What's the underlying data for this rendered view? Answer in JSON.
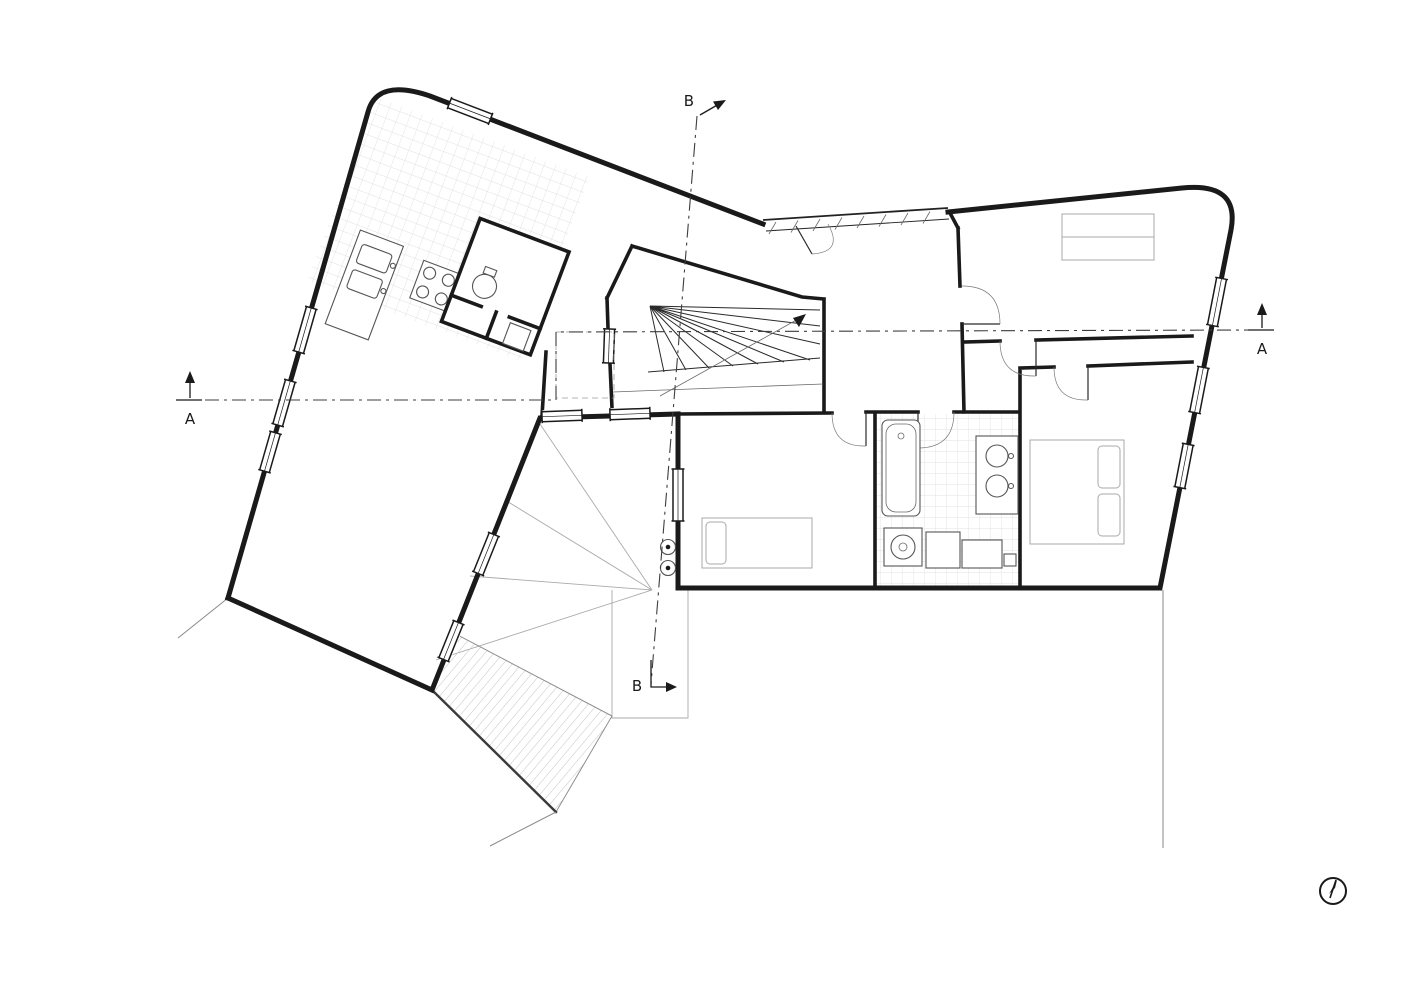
{
  "plan": {
    "type": "architectural-floor-plan",
    "markers": [
      {
        "id": "section-a-left",
        "label": "A"
      },
      {
        "id": "section-a-right",
        "label": "A"
      },
      {
        "id": "section-b-top",
        "label": "B"
      },
      {
        "id": "section-b-bottom",
        "label": "B"
      }
    ],
    "north_indicator": "compass-circle",
    "colors": {
      "ink": "#1a1a1a",
      "mid": "#555555",
      "light": "#aaaaaa",
      "tile": "#d8d8d8",
      "hatch": "#c4c4c4",
      "background": "#ffffff"
    }
  }
}
